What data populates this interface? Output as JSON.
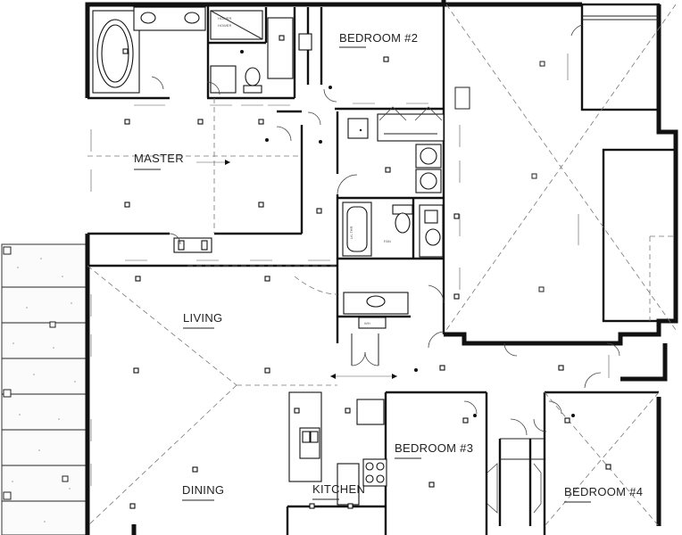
{
  "rooms": {
    "master": "MASTER",
    "bedroom2": "BEDROOM #2",
    "living": "LIVING",
    "bedroom3": "BEDROOM #3",
    "bedroom4": "BEDROOM #4",
    "dining": "DINING",
    "kitchen": "KITCHEN"
  },
  "notes": {
    "shower": "HOWER\nHOWER",
    "walk": "LK-THR",
    "wh": "WH",
    "fan": "FAN"
  }
}
